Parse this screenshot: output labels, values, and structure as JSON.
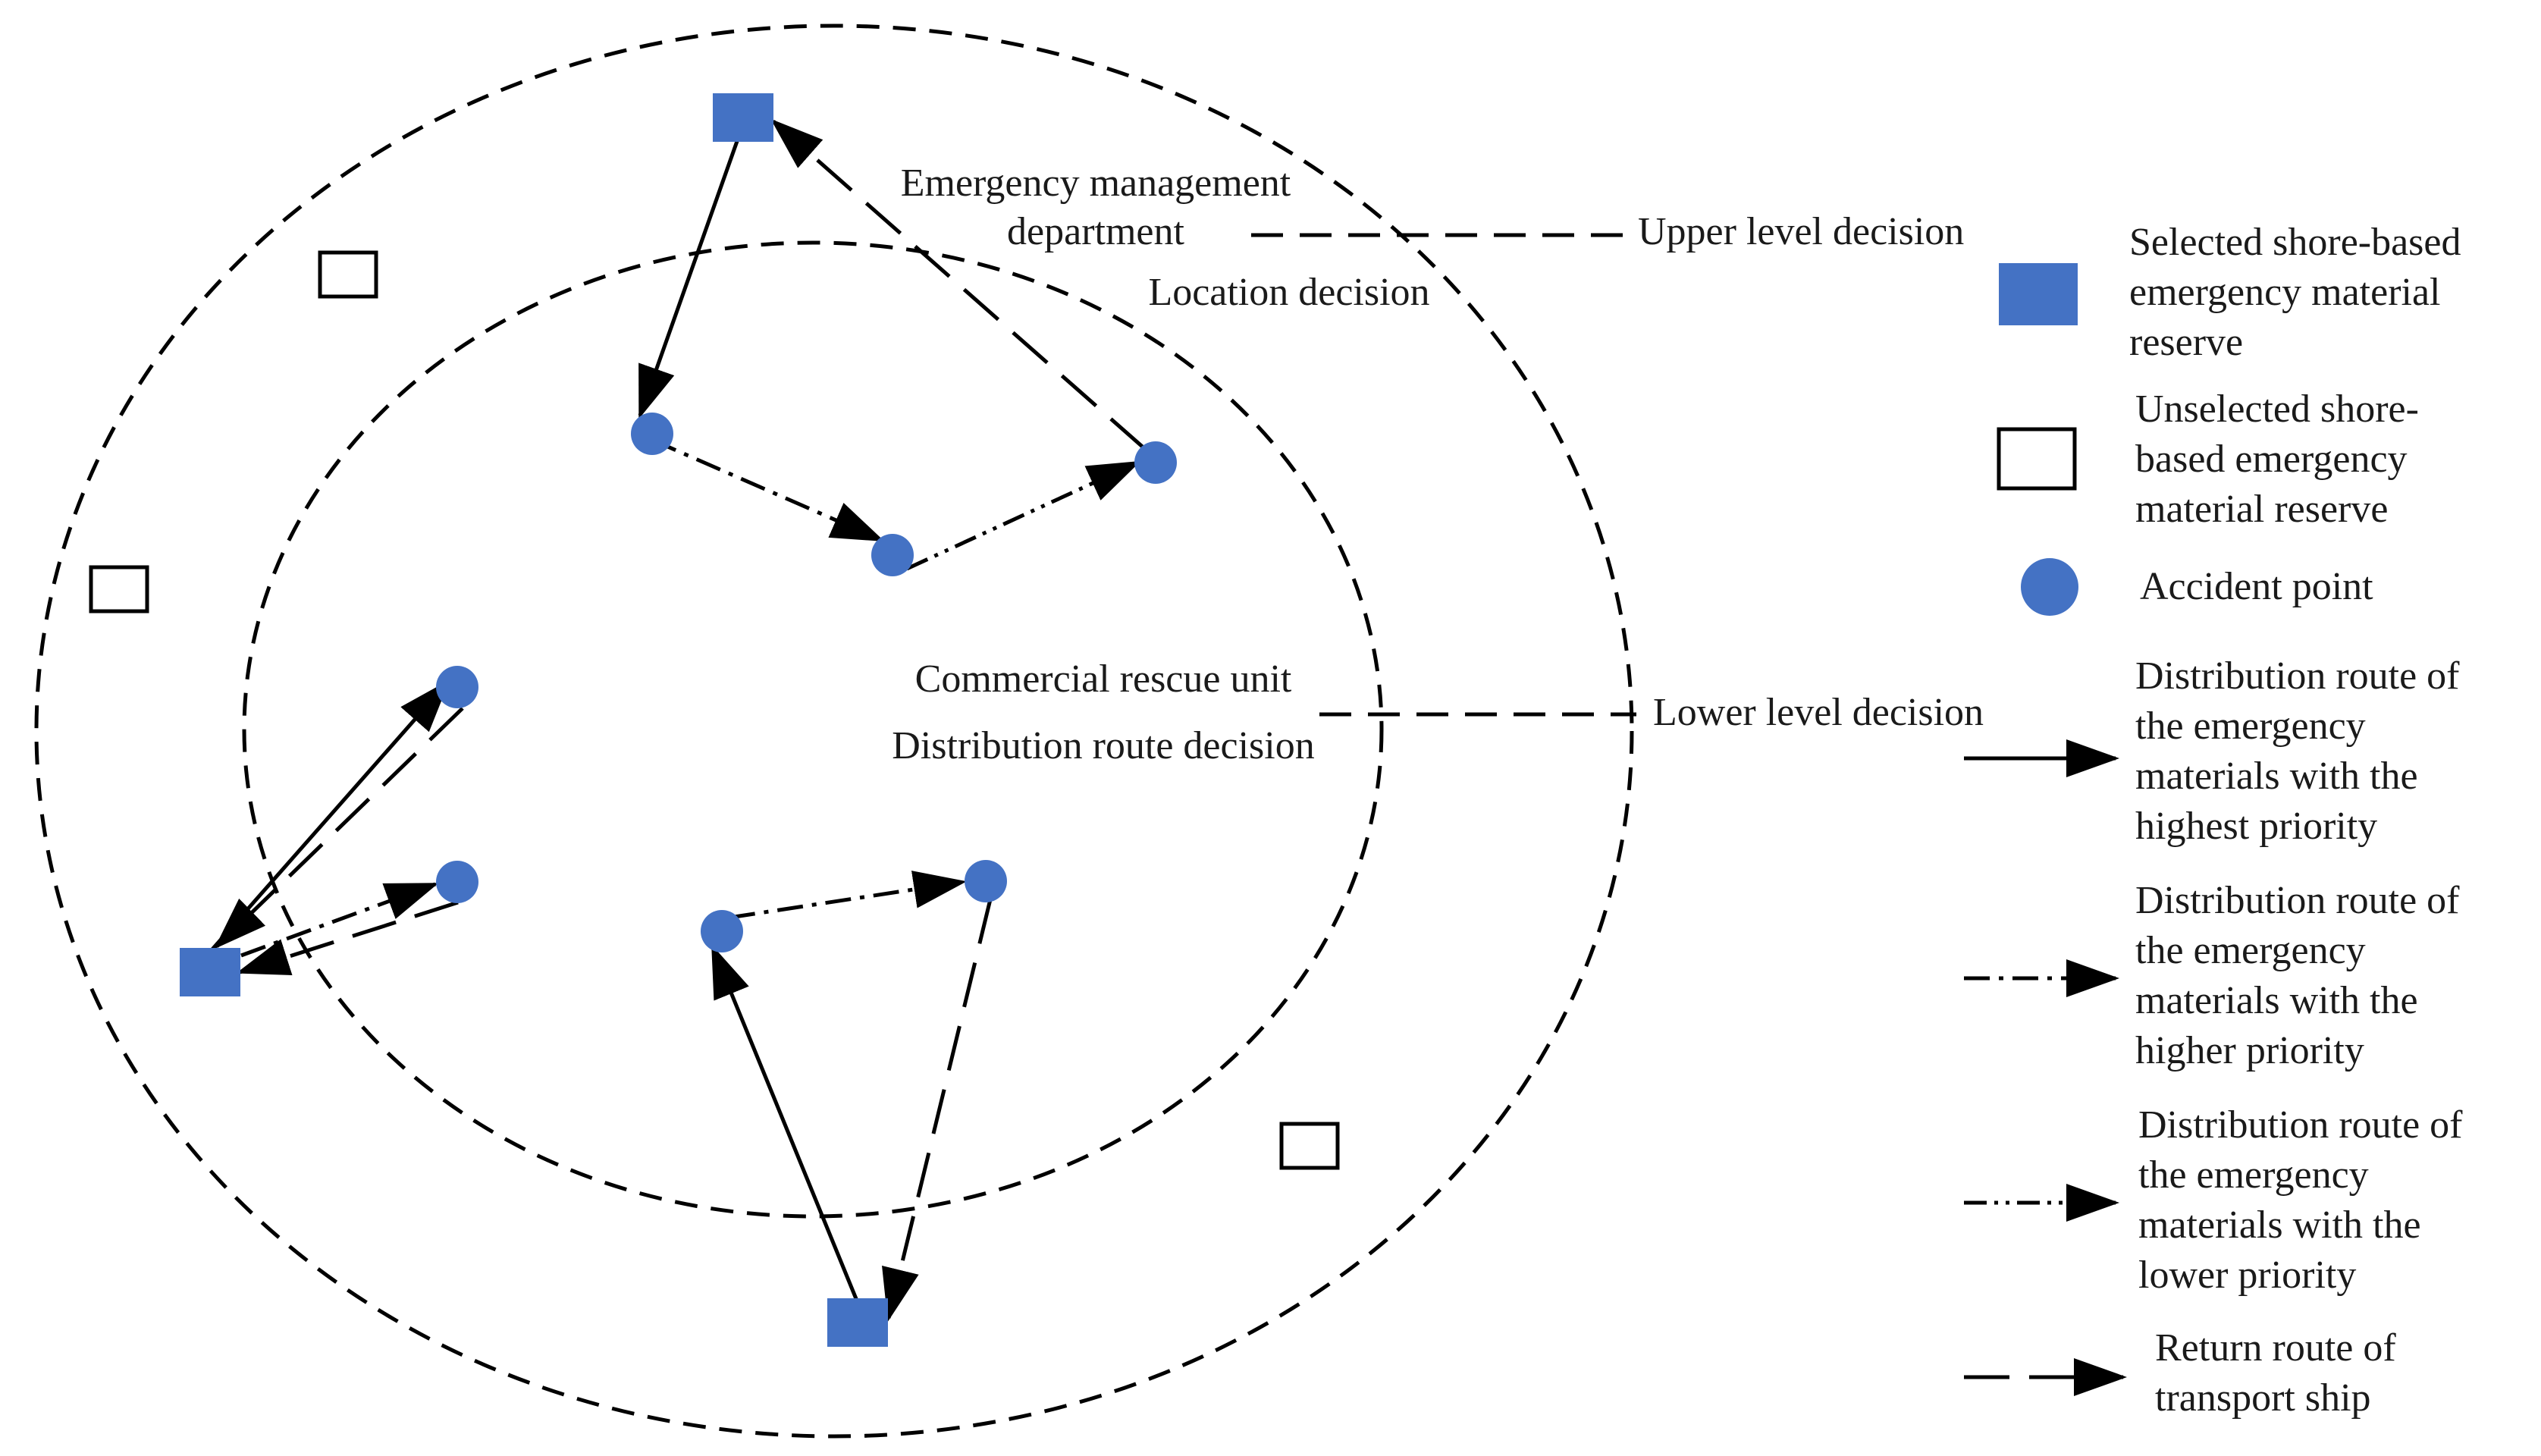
{
  "colors": {
    "accent": "#4472C4",
    "ink": "#000000"
  },
  "labels": {
    "emergency_management_line1": "Emergency management",
    "emergency_management_line2": "department",
    "location_decision": "Location decision",
    "upper_level_decision": "Upper level decision",
    "commercial_rescue_unit": "Commercial rescue unit",
    "distribution_route_decision": "Distribution route decision",
    "lower_level_decision": "Lower level decision"
  },
  "legend": {
    "selected_reserve": [
      "Selected shore-based",
      "emergency material",
      "reserve"
    ],
    "unselected_reserve": [
      "Unselected shore-",
      "based emergency",
      "material reserve"
    ],
    "accident_point": [
      "Accident point"
    ],
    "highest_priority_route": [
      "Distribution route of",
      "the emergency",
      "materials with the",
      "highest priority"
    ],
    "higher_priority_route": [
      "Distribution route of",
      "the emergency",
      "materials with the",
      "higher priority"
    ],
    "lower_priority_route": [
      "Distribution route of",
      "the emergency",
      "materials with the",
      "lower priority"
    ],
    "return_route": [
      "Return route of",
      "transport ship"
    ]
  }
}
